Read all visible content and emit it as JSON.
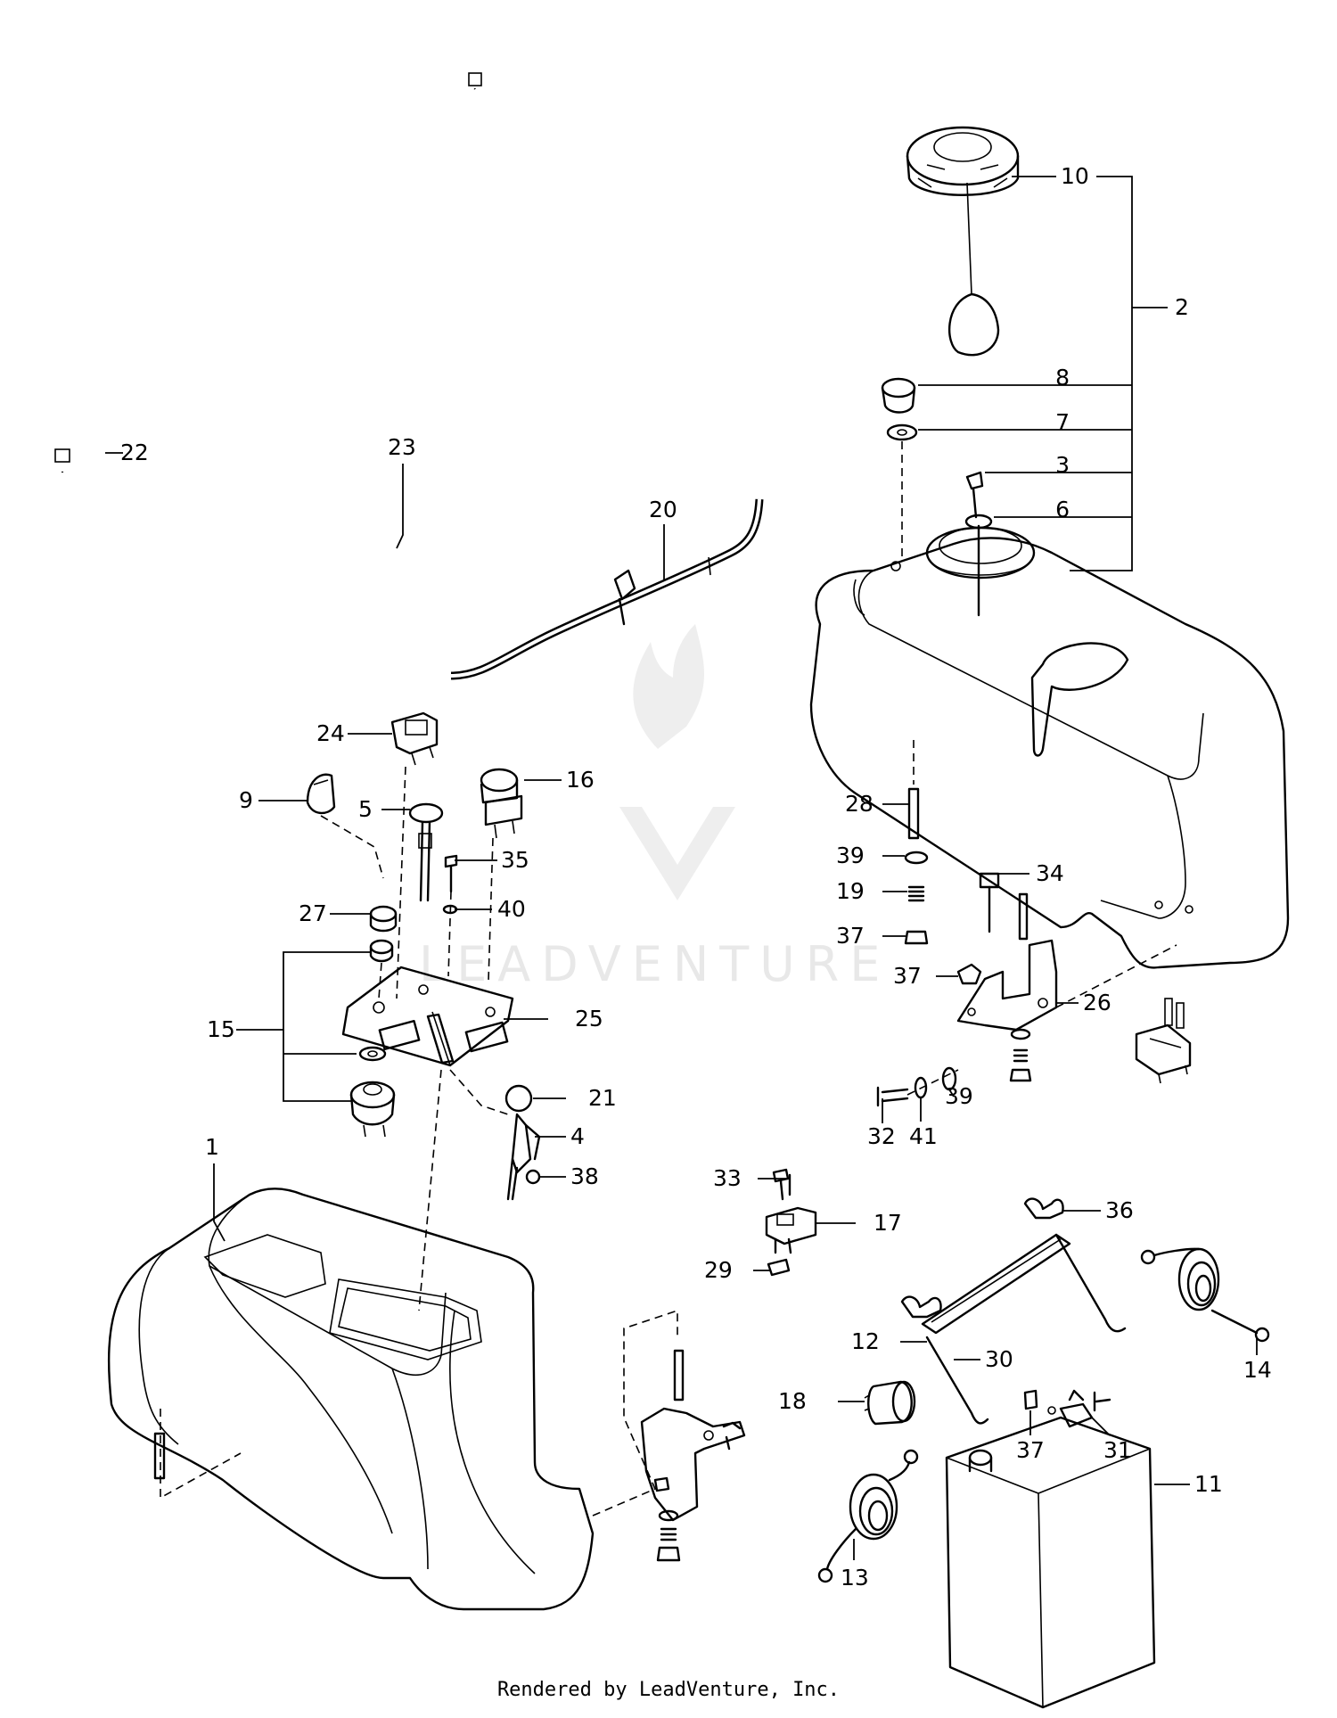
{
  "footer": "Rendered by LeadVenture, Inc.",
  "watermark": "LEADVENTURE",
  "callouts": [
    {
      "id": "c1",
      "label": "1"
    },
    {
      "id": "c2",
      "label": "2"
    },
    {
      "id": "c3",
      "label": "3"
    },
    {
      "id": "c4",
      "label": "4"
    },
    {
      "id": "c5",
      "label": "5"
    },
    {
      "id": "c6",
      "label": "6"
    },
    {
      "id": "c7",
      "label": "7"
    },
    {
      "id": "c8",
      "label": "8"
    },
    {
      "id": "c9",
      "label": "9"
    },
    {
      "id": "c10",
      "label": "10"
    },
    {
      "id": "c11",
      "label": "11"
    },
    {
      "id": "c12",
      "label": "12"
    },
    {
      "id": "c13",
      "label": "13"
    },
    {
      "id": "c14",
      "label": "14"
    },
    {
      "id": "c15",
      "label": "15"
    },
    {
      "id": "c16",
      "label": "16"
    },
    {
      "id": "c17",
      "label": "17"
    },
    {
      "id": "c18",
      "label": "18"
    },
    {
      "id": "c19",
      "label": "19"
    },
    {
      "id": "c20",
      "label": "20"
    },
    {
      "id": "c21",
      "label": "21"
    },
    {
      "id": "c22",
      "label": "22"
    },
    {
      "id": "c23",
      "label": "23"
    },
    {
      "id": "c24",
      "label": "24"
    },
    {
      "id": "c25",
      "label": "25"
    },
    {
      "id": "c26",
      "label": "26"
    },
    {
      "id": "c27",
      "label": "27"
    },
    {
      "id": "c28",
      "label": "28"
    },
    {
      "id": "c29",
      "label": "29"
    },
    {
      "id": "c30",
      "label": "30"
    },
    {
      "id": "c31",
      "label": "31"
    },
    {
      "id": "c32",
      "label": "32"
    },
    {
      "id": "c33",
      "label": "33"
    },
    {
      "id": "c34",
      "label": "34"
    },
    {
      "id": "c35",
      "label": "35"
    },
    {
      "id": "c36",
      "label": "36"
    },
    {
      "id": "c37a",
      "label": "37"
    },
    {
      "id": "c37b",
      "label": "37"
    },
    {
      "id": "c37c",
      "label": "37"
    },
    {
      "id": "c38",
      "label": "38"
    },
    {
      "id": "c39a",
      "label": "39"
    },
    {
      "id": "c39b",
      "label": "39"
    },
    {
      "id": "c40",
      "label": "40"
    },
    {
      "id": "c41",
      "label": "41"
    }
  ]
}
